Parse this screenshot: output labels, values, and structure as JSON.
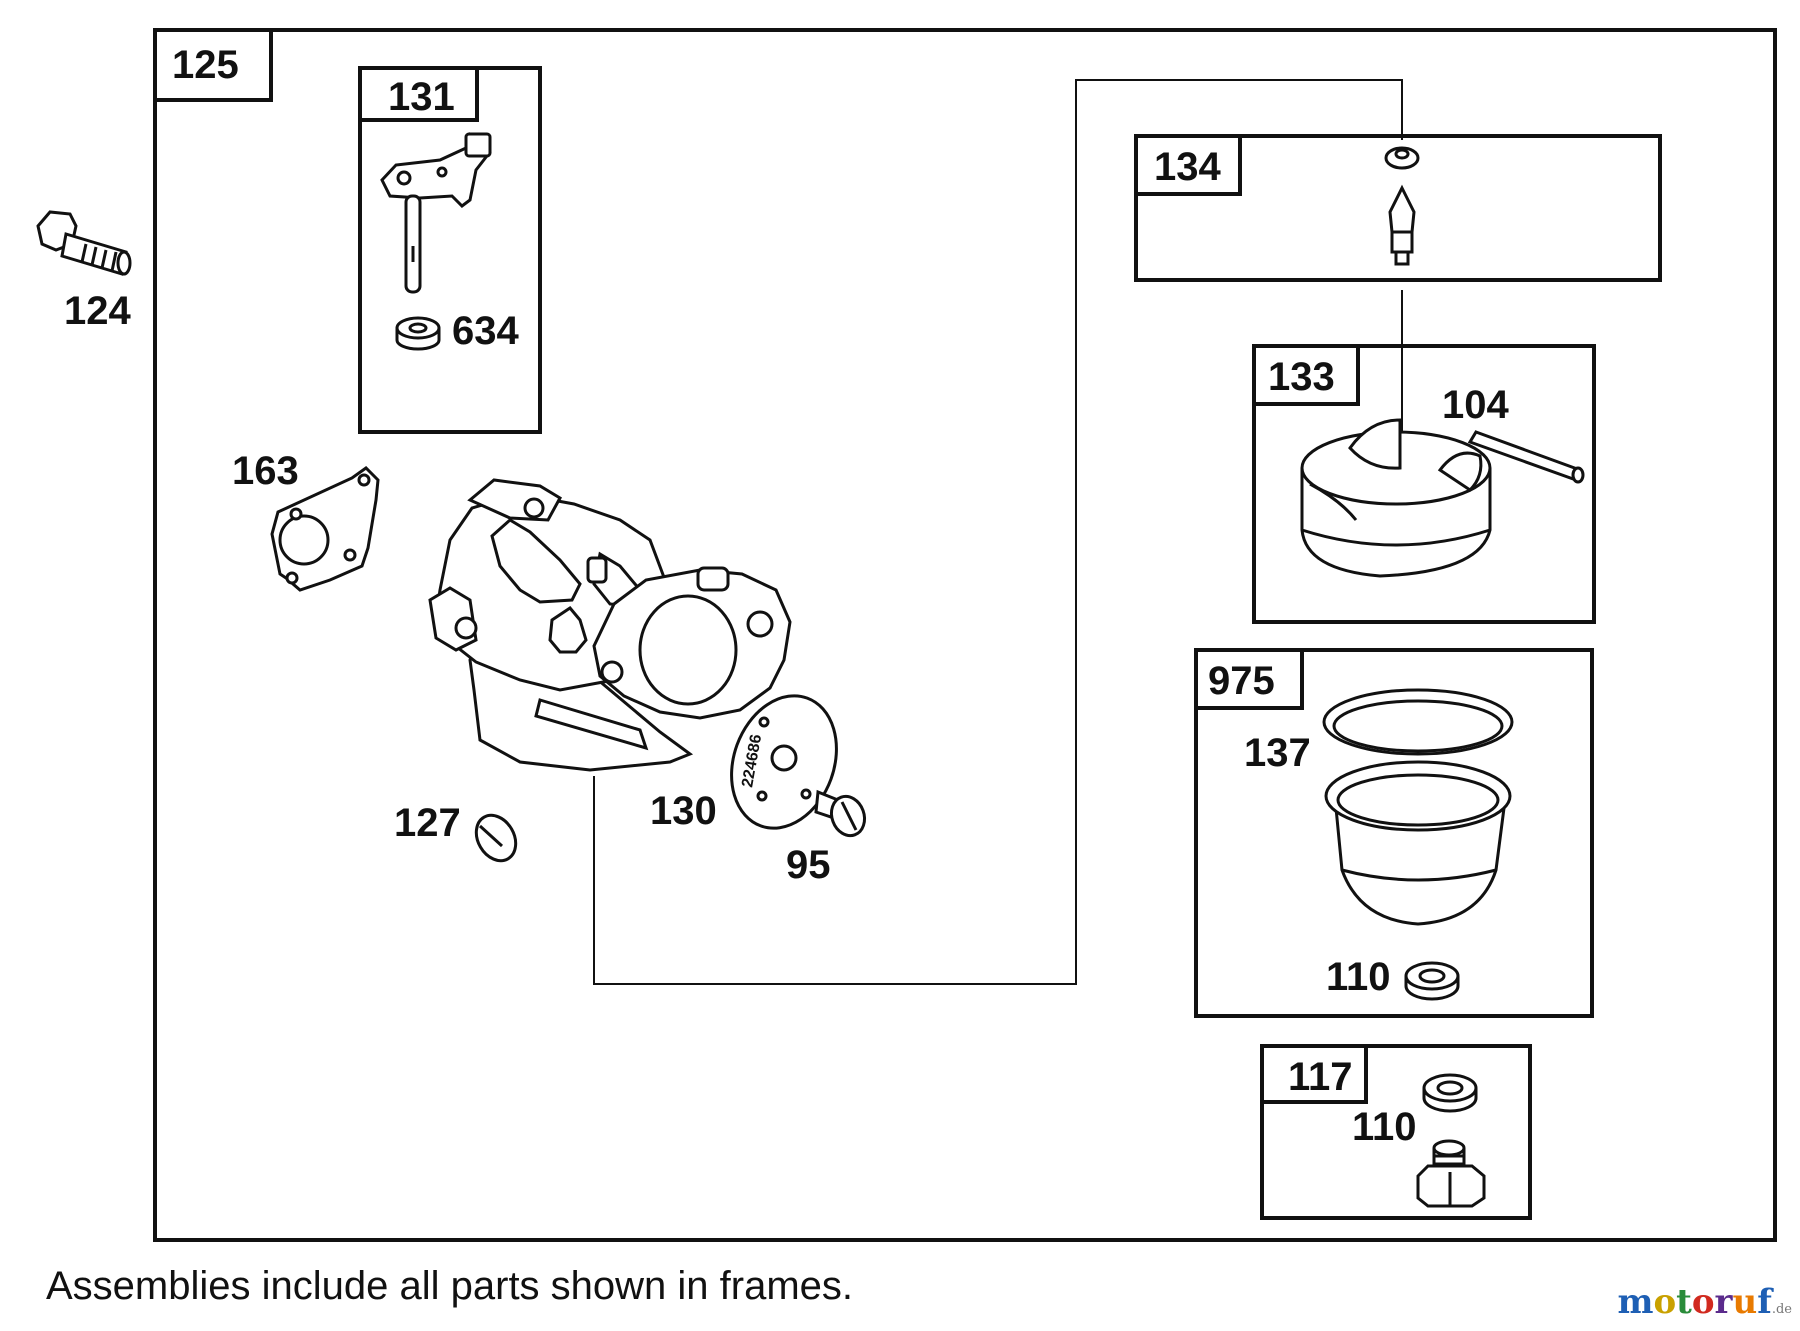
{
  "labels": {
    "main_frame": "125",
    "frame_131": "131",
    "frame_134": "134",
    "frame_133": "133",
    "frame_975": "975",
    "frame_117": "117",
    "part_124": "124",
    "part_634": "634",
    "part_163": "163",
    "part_104": "104",
    "part_137": "137",
    "part_127": "127",
    "part_130": "130",
    "part_95": "95",
    "part_110_in_975": "110",
    "part_110_in_117": "110",
    "diaphragm_marking": "224686"
  },
  "footnote": "Assemblies include all parts shown in frames.",
  "watermark": {
    "name": "motoruf",
    "tld": ".de",
    "colors": [
      "#1e5fb4",
      "#c9a100",
      "#2a8c3a",
      "#d12a1f",
      "#5b2b8c",
      "#e87a00",
      "#1e5fb4"
    ]
  }
}
